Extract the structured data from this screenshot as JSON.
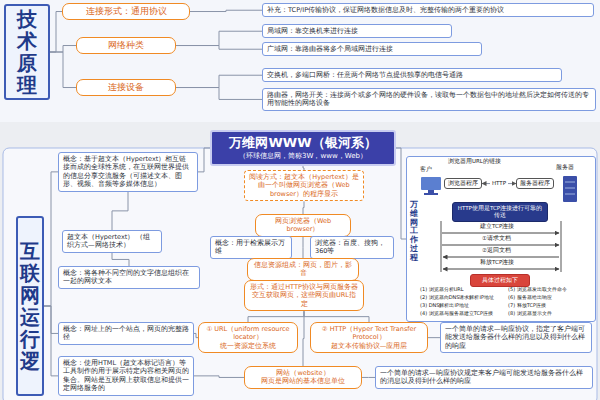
{
  "diagram": {
    "nodes": [
      {
        "text": [
          "技术原理"
        ]
      },
      {
        "text": [
          "连接形式：通用协议"
        ]
      },
      {
        "text": [
          "网络种类"
        ]
      },
      {
        "text": [
          "连接设备"
        ]
      },
      {
        "text": [
          "补充：TCP/IP传输协议，保证网络数据信息及时、完整传输的两个重要的协议"
        ]
      },
      {
        "text": [
          "局域网：靠交换机来进行连接"
        ]
      },
      {
        "text": [
          "广域网：靠路由器将多个局域网进行连接"
        ]
      },
      {
        "text": [
          "交换机，多端口网桥：任意两个网络节点提供独享的电信号通路"
        ]
      },
      {
        "text": [
          "路由器，网络开关：连接两个或多个网络的硬件设备，读取每一个数据包中的地址然后决定如何传送的专用智能性的网络设备"
        ]
      },
      {
        "text": [
          "万维网WWW（银河系）",
          "（环球信息网，简称3W，www，Web）"
        ]
      },
      {
        "text": [
          "互联网运行逻"
        ]
      },
      {
        "text": [
          "概念：基于超文本（Hypertext）相互链接而成的全球性系统，在互联网世界提供的信息分享交流服务（可描述文本、图形、视频、音频等多媒体信息）"
        ]
      },
      {
        "text": [
          "超文本（Hypertext） （组织方式—网络技术）"
        ]
      },
      {
        "text": [
          "概念：将各种不同空间的文字信息组织在一起的网状文本"
        ]
      },
      {
        "text": [
          "概念：网址上的一个站点，网页的完整路径"
        ]
      },
      {
        "text": [
          "概念：使用HTML（超文本标记语言）等工具制作的用于展示特定内容相关网页的集合。网站是互联网上获取信息和提供一定网络服务的"
        ]
      },
      {
        "text": [
          "阅读方式：超文本（Hypertext）是由一个叫做网页浏览器（Web browser）的程序显示"
        ]
      },
      {
        "text": [
          "网页浏览器（Web browser）"
        ]
      },
      {
        "text": [
          "概念：用于检索展示万维"
        ]
      },
      {
        "text": [
          "浏览器：百度、搜狗，360等"
        ]
      },
      {
        "text": [
          "信息资源组成：网页，图片，影音"
        ]
      },
      {
        "text": [
          "形式：通过HTTP协议与网页服务器交互获取网页，这些网页由URL指定"
        ]
      },
      {
        "text": [
          "① URL（uniform resource locator）",
          "统一资源定位系统"
        ]
      },
      {
        "text": [
          "② HTTP（Hyper Text Transfer Protocol）",
          "超文本传输协议—应用层"
        ]
      },
      {
        "text": [
          "一个简单的请求—响应协议，指定了客户端可能发送给服务器什么样的消息以及得到什么样的响应"
        ]
      },
      {
        "text": [
          "网站（website）",
          "网页是网站的基本信息单位"
        ]
      },
      {
        "text": [
          "一个简单的请求—响应协议规定来客户端可能发送给服务器什么样的消息以及得到什么样的响应"
        ]
      },
      {
        "text": [
          "万维网工作过程"
        ]
      },
      {
        "text": [
          "具体过程如下"
        ],
        "in": 27
      },
      {
        "text": [
          "HTTP使用是TCP连接进行可靠的传送"
        ],
        "in": 27
      },
      {
        "text": [
          "浏览器程序"
        ],
        "in": 27
      },
      {
        "text": [
          "服务器程序"
        ],
        "in": 27
      }
    ],
    "edges": [
      {
        "from": 0,
        "to": 1,
        "arrow": "none"
      },
      {
        "from": 0,
        "to": 2,
        "arrow": "none"
      },
      {
        "from": 0,
        "to": 3,
        "arrow": "none"
      },
      {
        "from": 1,
        "to": 4,
        "arrow": "none"
      },
      {
        "from": 2,
        "to": 5,
        "arrow": "none"
      },
      {
        "from": 2,
        "to": 6,
        "arrow": "none"
      },
      {
        "from": 3,
        "to": 7,
        "arrow": "none"
      },
      {
        "from": 3,
        "to": 8,
        "arrow": "none"
      },
      {
        "from": 9,
        "to": 11,
        "arrow": "none"
      },
      {
        "from": 9,
        "to": 16,
        "arrow": "none"
      },
      {
        "from": 9,
        "to": 27,
        "arrow": "none"
      },
      {
        "from": 10,
        "to": 11,
        "arrow": "none"
      },
      {
        "from": 10,
        "to": 14,
        "arrow": "none"
      },
      {
        "from": 10,
        "to": 15,
        "arrow": "none"
      },
      {
        "from": 11,
        "to": 12,
        "arrow": "none"
      },
      {
        "from": 12,
        "to": 13,
        "arrow": "none"
      },
      {
        "from": 16,
        "to": 17,
        "arrow": "none"
      },
      {
        "from": 17,
        "to": 18,
        "arrow": "none"
      },
      {
        "from": 17,
        "to": 19,
        "arrow": "none"
      },
      {
        "from": 17,
        "to": 20,
        "arrow": "none"
      },
      {
        "from": 20,
        "to": 21,
        "arrow": "none"
      },
      {
        "from": 21,
        "to": 22,
        "arrow": "none"
      },
      {
        "from": 21,
        "to": 23,
        "arrow": "none"
      },
      {
        "from": 23,
        "to": 24,
        "arrow": "none"
      },
      {
        "from": 21,
        "to": 25,
        "arrow": "none"
      },
      {
        "from": 25,
        "to": 26,
        "arrow": "none"
      },
      {
        "from": 22,
        "to": 14,
        "arrow": "none"
      },
      {
        "from": 25,
        "to": 15,
        "arrow": "none"
      },
      {
        "from": 30,
        "to": 31,
        "label": "HTTP",
        "arrow": "both"
      }
    ],
    "labels": [
      "浏览器用URL的链接",
      "客户",
      "服务器",
      "建立TCP连接",
      "①请求文档",
      "②返回文档",
      "释放TCP连接",
      "(1) 浏览器分析URL",
      "(5) 浏览器发出取文件命令",
      "(2) 浏览器向DNS请求解析IP地址",
      "(6) 服务器给出响应",
      "(3) DNS解析出IP地址",
      "(7) 释放TCP连接",
      "(4) 浏览器与服务器建立TCP连接",
      "(8) 浏览器显示文件"
    ]
  }
}
